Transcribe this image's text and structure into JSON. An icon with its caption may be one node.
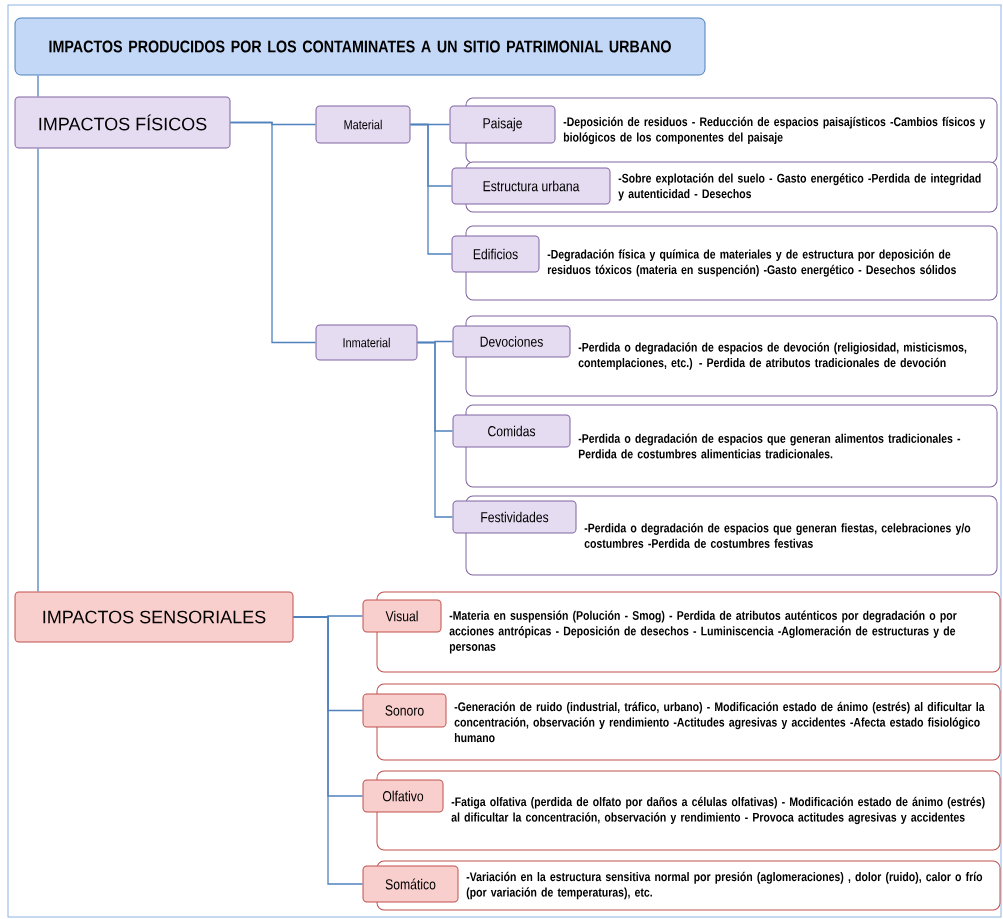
{
  "diagram": {
    "nodes": [
      {
        "text": [
          "IMPACTOS PRODUCIDOS POR LOS CONTAMINATES A UN SITIO PATRIMONIAL URBANO"
        ]
      },
      {
        "text": [
          "IMPACTOS FÍSICOS"
        ]
      },
      {
        "text": [
          "Material"
        ]
      },
      {
        "text": [
          "Paisaje"
        ]
      },
      {
        "text": [
          "-Deposición de residuos - Reducción de espacios paisajísticos -Cambios físicos y biológicos de los componentes del paisaje"
        ]
      },
      {
        "text": [
          "Estructura urbana"
        ]
      },
      {
        "text": [
          "-Sobre explotación del suelo - Gasto energético -Perdida de integridad y autenticidad - Desechos"
        ]
      },
      {
        "text": [
          "Edificios"
        ]
      },
      {
        "text": [
          "-Degradación física y química de materiales y de estructura por deposición de residuos tóxicos (materia en suspención) -Gasto energético - Desechos sólidos"
        ]
      },
      {
        "text": [
          "Inmaterial"
        ]
      },
      {
        "text": [
          "Devociones"
        ]
      },
      {
        "text": [
          "-Perdida o degradación de espacios de devoción (religiosidad, misticismos, contemplaciones, etc.) - Perdida de atributos tradicionales de devoción"
        ]
      },
      {
        "text": [
          "Comidas"
        ]
      },
      {
        "text": [
          "-Perdida o degradación de espacios que generan alimentos tradicionales -Perdida de costumbres alimenticias tradicionales."
        ]
      },
      {
        "text": [
          "Festividades"
        ]
      },
      {
        "text": [
          "-Perdida o degradación de espacios que generan fiestas, celebraciones y/o costumbres -Perdida de costumbres festivas"
        ]
      },
      {
        "text": [
          "IMPACTOS SENSORIALES"
        ]
      },
      {
        "text": [
          "Visual"
        ]
      },
      {
        "text": [
          "-Materia en suspensión (Polución - Smog) - Perdida de atributos auténticos por degradación o por acciones antrópicas - Deposición de desechos - Luminiscencia -Aglomeración de estructuras y de personas"
        ]
      },
      {
        "text": [
          "Sonoro"
        ]
      },
      {
        "text": [
          "-Generación de ruido (industrial, tráfico, urbano) - Modificación estado de ánimo (estrés) al dificultar la concentración, observación y rendimiento -Actitudes agresivas y accidentes -Afecta estado fisiológico humano"
        ]
      },
      {
        "text": [
          "Olfativo"
        ]
      },
      {
        "text": [
          "-Fatiga olfativa (perdida de olfato por daños a células olfativas) - Modificación estado de ánimo (estrés) al dificultar la concentración, observación y rendimiento - Provoca actitudes agresivas y accidentes"
        ]
      },
      {
        "text": [
          "Somático"
        ]
      },
      {
        "text": [
          "-Variación en la estructura sensitiva normal por presión (aglomeraciones) , dolor (ruido), calor o frío (por variación de temperaturas), etc."
        ]
      }
    ],
    "edges": [
      {
        "from": 0,
        "to": 1,
        "arrow": "none"
      },
      {
        "from": 1,
        "to": 16,
        "arrow": "none"
      },
      {
        "from": 1,
        "to": 2,
        "arrow": "none"
      },
      {
        "from": 1,
        "to": 9,
        "arrow": "none"
      },
      {
        "from": 2,
        "to": 3,
        "arrow": "none"
      },
      {
        "from": 2,
        "to": 5,
        "arrow": "none"
      },
      {
        "from": 2,
        "to": 7,
        "arrow": "none"
      },
      {
        "from": 9,
        "to": 10,
        "arrow": "none"
      },
      {
        "from": 9,
        "to": 12,
        "arrow": "none"
      },
      {
        "from": 9,
        "to": 14,
        "arrow": "none"
      },
      {
        "from": 16,
        "to": 17,
        "arrow": "none"
      },
      {
        "from": 16,
        "to": 19,
        "arrow": "none"
      },
      {
        "from": 16,
        "to": 21,
        "arrow": "none"
      },
      {
        "from": 16,
        "to": 23,
        "arrow": "none"
      }
    ]
  }
}
